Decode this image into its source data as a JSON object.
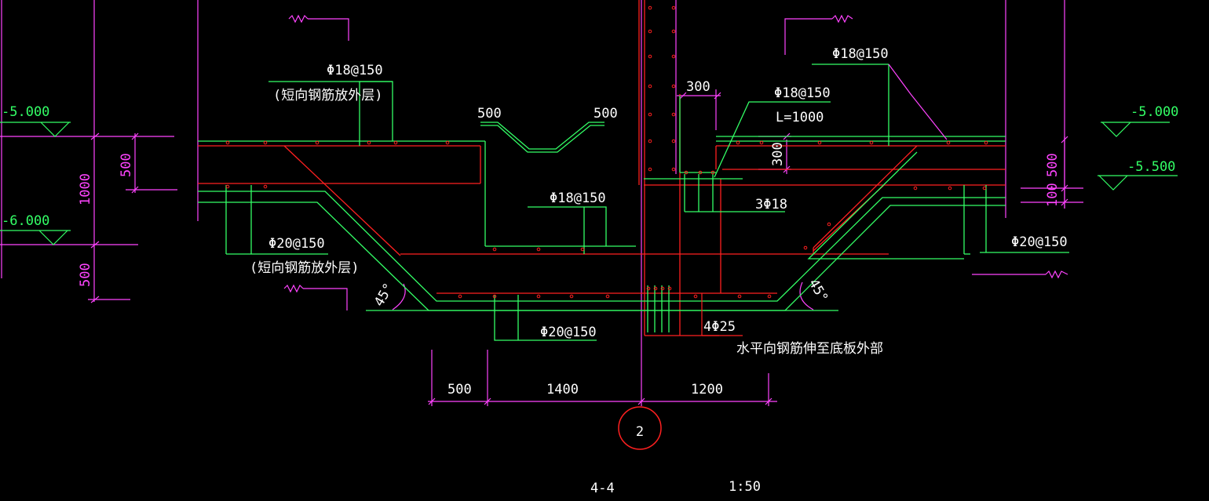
{
  "drawing": {
    "section_title": "4-4",
    "scale": "1:50",
    "axis_label": "2"
  },
  "elevations": {
    "left_top": "-5.000",
    "left_bottom": "-6.000",
    "right_top": "-5.000",
    "right_mid": "-5.500"
  },
  "rebar_labels": {
    "top_left": "Φ18@150",
    "top_left_note": "(短向钢筋放外层)",
    "bend_left": "500",
    "bend_right": "500",
    "pit_center": "Φ18@150",
    "right_slab_lap": "Φ18@150",
    "right_slab_lap_len": "L=1000",
    "right_top": "Φ18@150",
    "stirrup": "3Φ18",
    "left_slope": "Φ20@150",
    "left_slope_note": "(短向钢筋放外层)",
    "right_slope": "Φ20@150",
    "bottom": "Φ20@150",
    "column_bars": "4Φ25",
    "column_note": "水平向钢筋伸至底板外部"
  },
  "dimensions": {
    "left_500_a": "500",
    "left_1000": "1000",
    "left_500_b": "500",
    "opening_300_w": "300",
    "opening_300_h": "300",
    "right_500": "500",
    "right_100": "100",
    "angle_left": "45°",
    "angle_right": "45°",
    "bottom_500": "500",
    "bottom_1400": "1400",
    "bottom_1200": "1200"
  },
  "colors": {
    "concrete": "#ff2020",
    "rebar": "#33ff66",
    "dimension": "#ff44ff",
    "text": "#ffffff",
    "background": "#000000"
  }
}
